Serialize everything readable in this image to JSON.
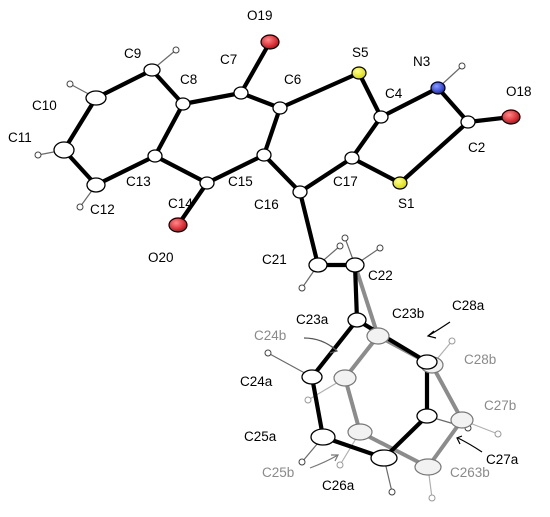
{
  "atoms": {
    "O19": "O19",
    "C9": "C9",
    "C7": "C7",
    "S5": "S5",
    "N3": "N3",
    "O18": "O18",
    "C8": "C8",
    "C6": "C6",
    "C4": "C4",
    "C10": "C10",
    "C2": "C2",
    "C11": "C11",
    "C13": "C13",
    "C15": "C15",
    "C17": "C17",
    "S1": "S1",
    "C12": "C12",
    "C14": "C14",
    "C16": "C16",
    "O20": "O20",
    "C21": "C21",
    "C22": "C22",
    "C23a": "C23a",
    "C23b": "C23b",
    "C28a": "C28a",
    "C24b": "C24b",
    "C28b": "C28b",
    "C24a": "C24a",
    "C27b": "C27b",
    "C25a": "C25a",
    "C27a": "C27a",
    "C25b": "C25b",
    "C26a": "C26a",
    "C263b": "C263b"
  },
  "colors": {
    "carbon": "#ffffff",
    "oxygen": "#e0141e",
    "nitrogen": "#2a3fd6",
    "sulfur": "#f2f213",
    "bond": "#000000",
    "disorder": "#8c8c8c"
  }
}
